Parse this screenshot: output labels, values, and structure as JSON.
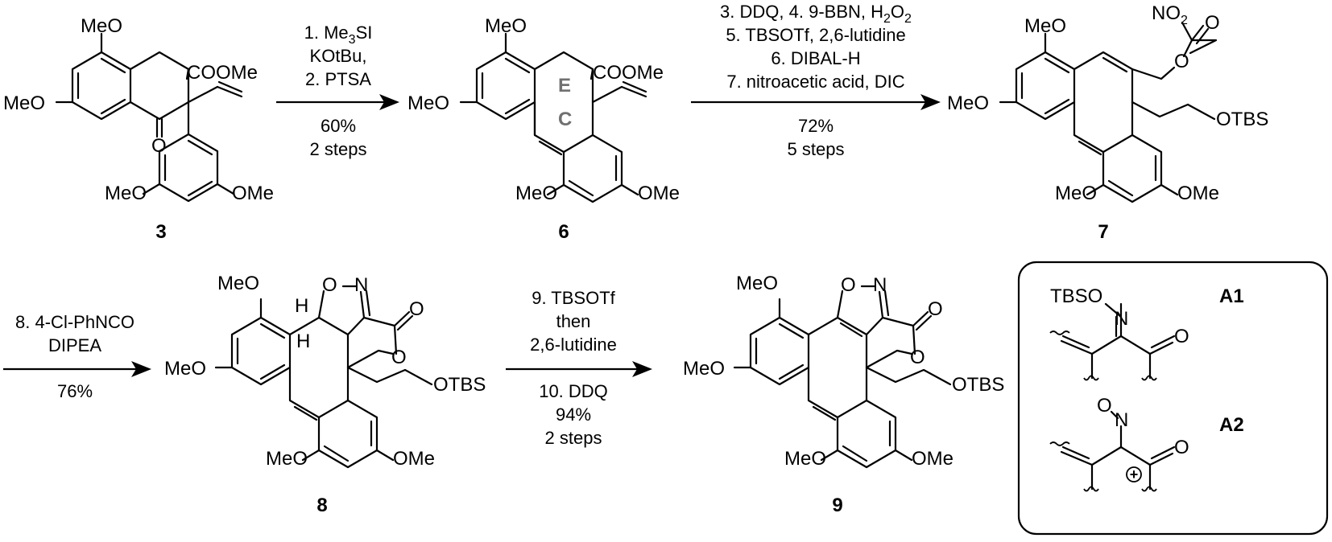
{
  "compounds": {
    "c3": {
      "label": "3",
      "atoms": {
        "ome_top": "MeO",
        "meo_left": "MeO",
        "carbonyl_o": "O",
        "coome": "COOMe",
        "meo_bottom": "MeO",
        "ome_bottom": "OMe"
      }
    },
    "c6": {
      "label": "6",
      "ring_e": "E",
      "ring_c": "C",
      "atoms": {
        "ome_top": "MeO",
        "meo_left": "MeO",
        "coome": "COOMe",
        "meo_bottom": "MeO",
        "ome_bottom": "OMe"
      }
    },
    "c7": {
      "label": "7",
      "atoms": {
        "ome_top": "MeO",
        "meo_left": "MeO",
        "no2": "NO",
        "no2_sub": "2",
        "carbonyl_o": "O",
        "ester_o": "O",
        "otbs": "OTBS",
        "meo_bottom": "MeO",
        "ome_bottom": "OMe"
      }
    },
    "c8": {
      "label": "8",
      "atoms": {
        "ome_top": "MeO",
        "meo_left": "MeO",
        "h1": "H",
        "h2": "H",
        "iso_o": "O",
        "iso_n": "N",
        "carbonyl_o": "O",
        "ester_o": "O",
        "otbs": "OTBS",
        "meo_bottom": "MeO",
        "ome_bottom": "OMe"
      }
    },
    "c9": {
      "label": "9",
      "atoms": {
        "ome_top": "MeO",
        "meo_left": "MeO",
        "iso_o": "O",
        "iso_n": "N",
        "carbonyl_o": "O",
        "ester_o": "O",
        "otbs": "OTBS",
        "meo_bottom": "MeO",
        "ome_bottom": "OMe"
      }
    }
  },
  "arrows": {
    "a1": {
      "above": [
        "1. Me3SI",
        "KOtBu,",
        "2. PTSA"
      ],
      "me3si_parts": [
        "1. Me",
        "3",
        "SI"
      ],
      "below": [
        "60%",
        "2 steps"
      ]
    },
    "a2": {
      "above": [
        "3. DDQ, 4. 9-BBN, H2O2",
        "5. TBSOTf, 2,6-lutidine",
        "6. DIBAL-H",
        "7. nitroacetic acid, DIC"
      ],
      "line1_parts": [
        "3. DDQ, 4. 9-BBN, H",
        "2",
        "O",
        "2"
      ],
      "below": [
        "72%",
        "5 steps"
      ]
    },
    "a3": {
      "above": [
        "8. 4-Cl-PhNCO",
        "DIPEA"
      ],
      "below": [
        "76%"
      ]
    },
    "a4": {
      "above": [
        "9. TBSOTf",
        "then",
        "2,6-lutidine"
      ],
      "below": [
        "10. DDQ",
        "94%",
        "2 steps"
      ]
    }
  },
  "intermediates_box": {
    "a1": {
      "label": "A1",
      "tbso": "TBSO",
      "n": "N",
      "o": "O"
    },
    "a2": {
      "label": "A2",
      "o": "O",
      "n": "N",
      "charge": "+",
      "carbonyl_o": "O"
    }
  }
}
